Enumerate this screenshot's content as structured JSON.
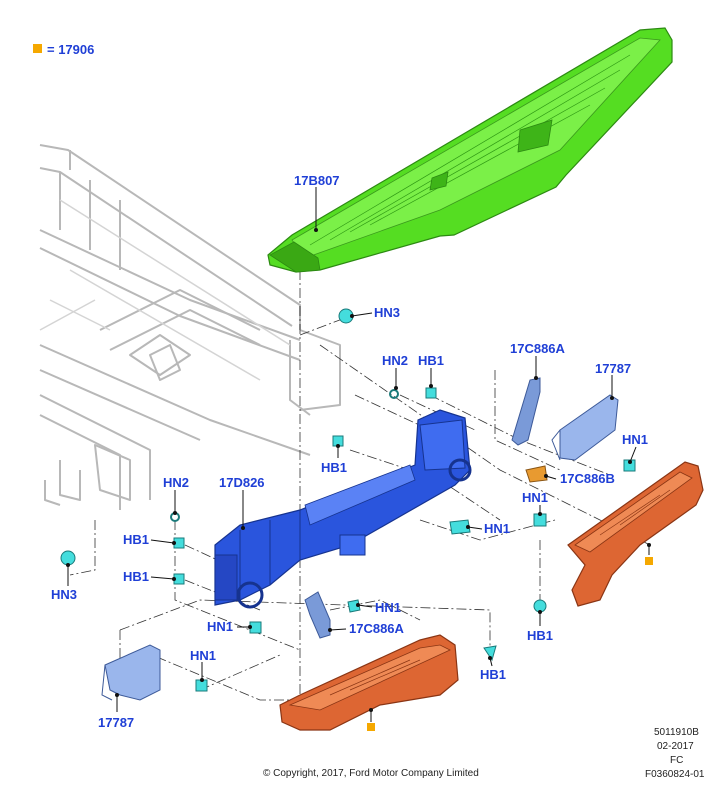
{
  "legend": {
    "symbol_color": "#f5a800",
    "text": "= 17906"
  },
  "callouts": {
    "step_pad": "17B807",
    "hn3_top": "HN3",
    "hn2_right": "HN2",
    "hb1_top": "HB1",
    "c886a_top": "17C886A",
    "bracket_right": "17787",
    "hn1_right": "HN1",
    "hb1_mid": "HB1",
    "c886b": "17C886B",
    "hn1_mid": "HN1",
    "hn1_center": "HN1",
    "hn2_left": "HN2",
    "crossmember": "17D826",
    "hb1_left_a": "HB1",
    "hb1_left_b": "HB1",
    "hn3_left": "HN3",
    "hn1_lower": "HN1",
    "hn1_bottom_center": "HN1",
    "c886a_bottom": "17C886A",
    "hb1_right_low": "HB1",
    "hn1_bottom_left": "HN1",
    "bracket_left": "17787",
    "hb1_bottom": "HB1"
  },
  "footer": {
    "copyright": "© Copyright, 2017, Ford Motor Company Limited",
    "doc_id": "5011910B",
    "date": "02-2017",
    "code": "FC",
    "figure_id": "F0360824-01"
  },
  "colors": {
    "step_pad": "#55dd22",
    "crossmember": "#2a55dd",
    "bumper": "#dd6633",
    "fastener": "#44dddd",
    "bracket": "#7a9ad8",
    "frame": "#b8b8b8",
    "callout_text": "#1f3fd6"
  }
}
